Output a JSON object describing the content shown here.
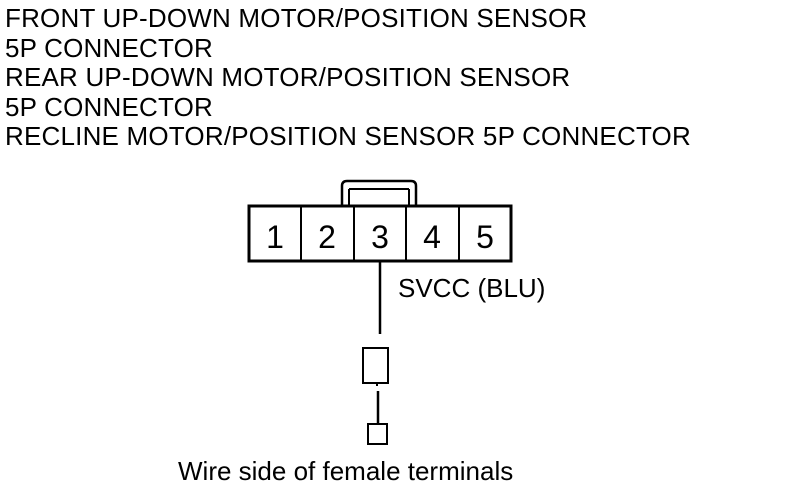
{
  "title_lines": [
    "FRONT UP-DOWN MOTOR/POSITION SENSOR",
    "5P CONNECTOR",
    "REAR UP-DOWN MOTOR/POSITION SENSOR",
    "5P CONNECTOR",
    "RECLINE MOTOR/POSITION SENSOR 5P CONNECTOR"
  ],
  "connector": {
    "pins": [
      "1",
      "2",
      "3",
      "4",
      "5"
    ],
    "probe_pin": "3",
    "wire_label": "SVCC (BLU)"
  },
  "caption": "Wire side of female terminals"
}
